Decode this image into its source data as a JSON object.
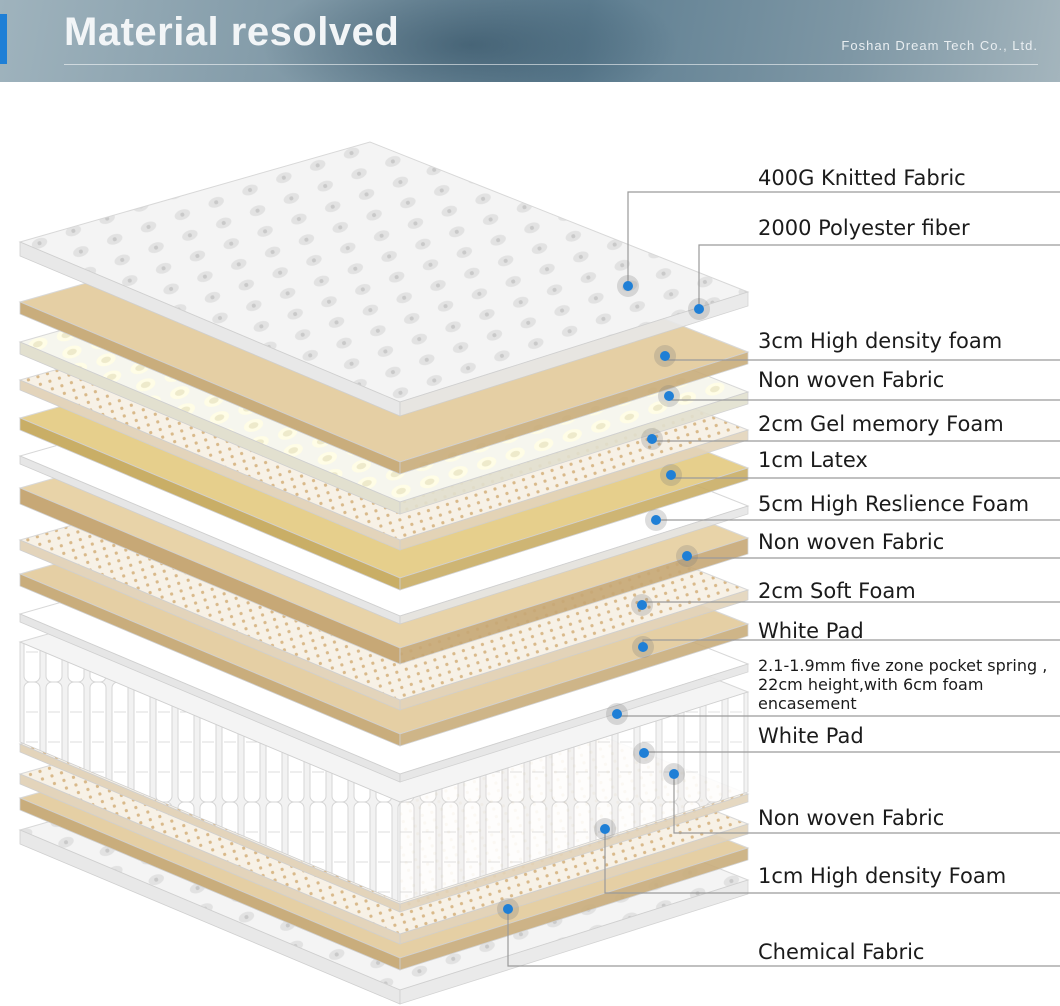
{
  "header": {
    "title": "Material resolved",
    "company": "Foshan Dream Tech Co., Ltd."
  },
  "colors": {
    "accent": "#1f7fd6",
    "dot": "#1f7fd6",
    "tan": "#e5cfa4",
    "gel": "#e6cf8c",
    "leader": "#9a9a9a"
  },
  "layers": [
    {
      "label": "400G Knitted Fabric",
      "icon": "quilted-fabric"
    },
    {
      "label": "2000 Polyester fiber",
      "icon": "tan-board"
    },
    {
      "label": "3cm High density foam",
      "icon": "egg-crate-foam"
    },
    {
      "label": "Non woven Fabric",
      "icon": "dotted-fabric"
    },
    {
      "label": "2cm Gel memory  Foam",
      "icon": "gel-board"
    },
    {
      "label": "1cm Latex",
      "icon": "latex-sheet"
    },
    {
      "label": "5cm High Reslience Foam",
      "icon": "tan-board"
    },
    {
      "label": "Non woven Fabric",
      "icon": "dotted-fabric"
    },
    {
      "label": "2cm Soft Foam",
      "icon": "tan-board"
    },
    {
      "label": "White Pad",
      "icon": "white-pad"
    },
    {
      "label": "2.1-1.9mm five zone pocket spring , 22cm height,with 6cm foam encasement",
      "icon": "pocket-spring"
    },
    {
      "label": "White Pad",
      "icon": "white-pad"
    },
    {
      "label": "Non woven Fabric",
      "icon": "dotted-fabric"
    },
    {
      "label": "1cm High density Foam",
      "icon": "tan-board"
    },
    {
      "label": "Chemical Fabric",
      "icon": "bottom-fabric"
    }
  ]
}
